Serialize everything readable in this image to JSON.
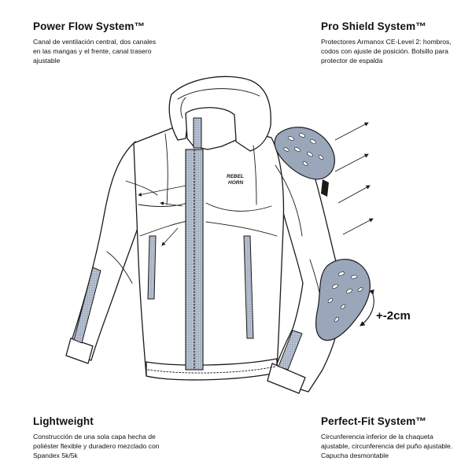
{
  "features": {
    "power_flow": {
      "title": "Power Flow System™",
      "description": "Canal de ventilación central, dos canales en las mangas y el frente, canal trasero ajustable"
    },
    "pro_shield": {
      "title": "Pro Shield System™",
      "description": "Protectores Armanox CE-Level 2: hombros, codos con ajuste de posición. Bolsillo para protector de espalda"
    },
    "lightweight": {
      "title": "Lightweight",
      "description": "Construcción de una sola capa hecha de poliéster flexible y duradero mezclado con Spandex 5k/5k"
    },
    "perfect_fit": {
      "title": "Perfect-Fit System™",
      "description": "Circunferencia inferior de la chaqueta ajustable, circunferencia del puño ajustable. Capucha desmontable"
    }
  },
  "illustration": {
    "logo_line1": "REBEL",
    "logo_line2": "HORN",
    "elbow_adjust_label": "+-2cm",
    "colors": {
      "outline": "#1a1a1a",
      "jacket_fill": "#ffffff",
      "vent_fill": "#a9b4c6",
      "protector_fill": "#9aa6ba"
    }
  }
}
